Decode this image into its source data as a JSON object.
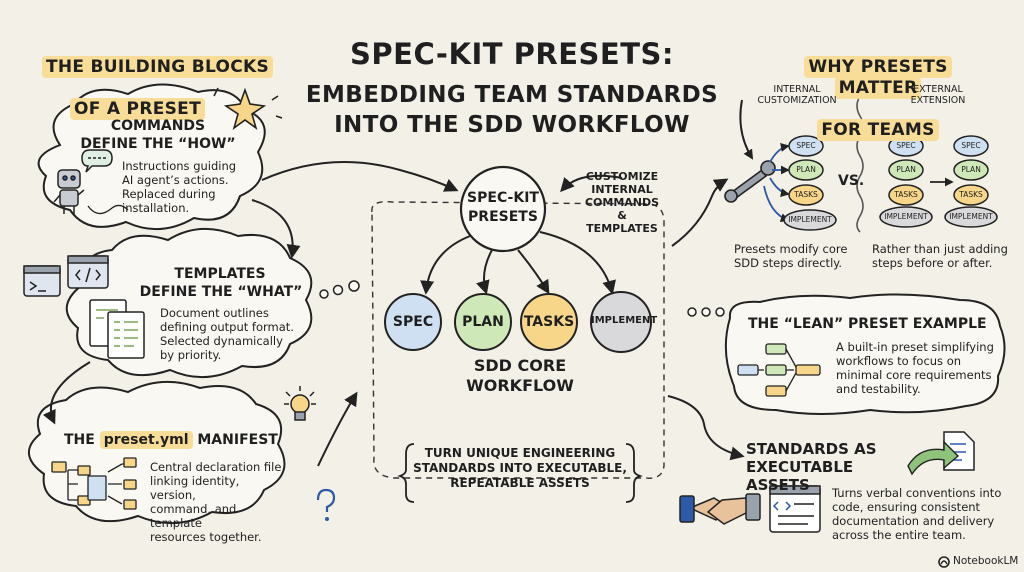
{
  "title": {
    "line1": "SPEC-KIT PRESETS:",
    "line2": "EMBEDDING TEAM STANDARDS",
    "line3": "INTO THE SDD WORKFLOW"
  },
  "left": {
    "header_line1": "THE BUILDING BLOCKS",
    "header_line2": "OF A PRESET",
    "commands": {
      "title_line1": "COMMANDS",
      "title_line2": "DEFINE THE “HOW”",
      "body": "Instructions guiding\nAI agent’s actions.\nReplaced during\ninstallation."
    },
    "templates": {
      "title_line1": "TEMPLATES",
      "title_line2": "DEFINE THE “WHAT”",
      "body": "Document outlines\ndefining output format.\nSelected dynamically\nby priority."
    },
    "manifest": {
      "title_prefix": "THE ",
      "title_file": "preset.yml",
      "title_suffix": " MANIFEST",
      "body": "Central declaration file\nlinking identity, version,\ncommand, and template\nresources together."
    }
  },
  "center": {
    "hub_line1": "SPEC-KIT",
    "hub_line2": "PRESETS",
    "customize": "CUSTOMIZE\nINTERNAL\nCOMMANDS &\nTEMPLATES",
    "nodes": [
      "SPEC",
      "PLAN",
      "TASKS",
      "IMPLEMENT"
    ],
    "workflow_line1": "SDD CORE",
    "workflow_line2": "WORKFLOW",
    "turn": "TURN UNIQUE ENGINEERING\nSTANDARDS INTO EXECUTABLE,\nREPEATABLE ASSETS"
  },
  "right": {
    "header_line1": "WHY PRESETS MATTER",
    "header_line2": "FOR TEAMS",
    "internal_label": "INTERNAL\nCUSTOMIZATION",
    "external_label": "EXTERNAL\nEXTENSION",
    "vs": "VS.",
    "mini_nodes": [
      "SPEC",
      "PLAN",
      "TASKS",
      "IMPLEMENT"
    ],
    "internal_caption": "Presets modify core\nSDD steps directly.",
    "external_caption": "Rather than just adding\nsteps before or after.",
    "lean": {
      "title": "THE “LEAN” PRESET EXAMPLE",
      "body": "A built-in preset simplifying\nworkflows to focus on\nminimal core requirements\nand testability."
    },
    "standards": {
      "title_line1": "STANDARDS AS",
      "title_line2": "EXECUTABLE ASSETS",
      "body": "Turns verbal conventions into\ncode, ensuring consistent\ndocumentation and delivery\nacross the entire team."
    }
  },
  "brand": "NotebookLM",
  "colors": {
    "spec": "#cfe0f2",
    "plan": "#cfe8b8",
    "tasks": "#f7d68a",
    "implement": "#d9d9dc",
    "highlight": "#f7dd97",
    "ink": "#1f1f1f"
  },
  "icons": [
    "robot-icon",
    "star-icon",
    "document-icon",
    "folder-icon",
    "file-icon",
    "lightbulb-icon",
    "question-mark-icon",
    "wrench-icon",
    "handshake-icon",
    "terminal-window-icon",
    "code-window-icon",
    "flowchart-icon",
    "arrow-icon"
  ]
}
